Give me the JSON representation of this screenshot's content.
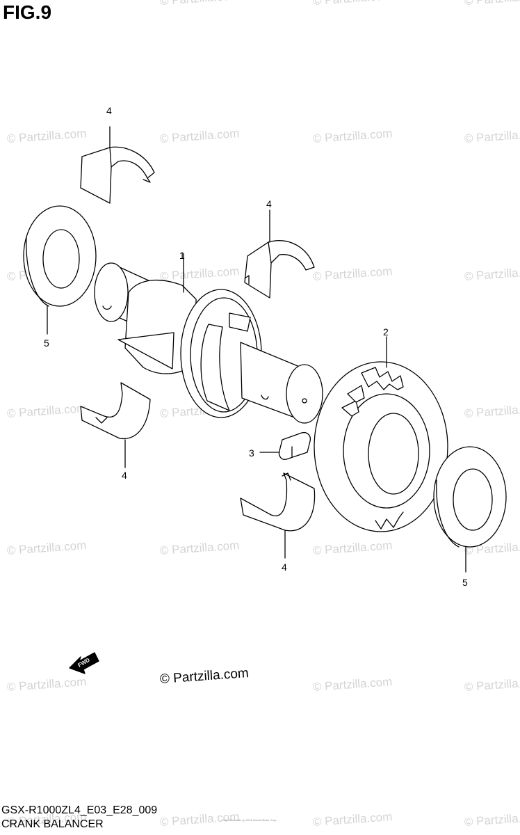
{
  "figure_title": "FIG.9",
  "callouts": [
    "4",
    "4",
    "1",
    "5",
    "2",
    "4",
    "3",
    "4",
    "5"
  ],
  "direction_label": "FWD",
  "watermark_text": "© Partzilla.com",
  "center_watermark": "© Partzilla.com",
  "diagram_code": "GSX-R1000ZL4_E03_E28_009",
  "section_name": "CRANK BALANCER",
  "fine_print": "Part Schematic (c) 2015 Suzuki Motor Corp.",
  "colors": {
    "line": "#000000",
    "watermark": "#d4d4d4",
    "background": "#ffffff"
  }
}
